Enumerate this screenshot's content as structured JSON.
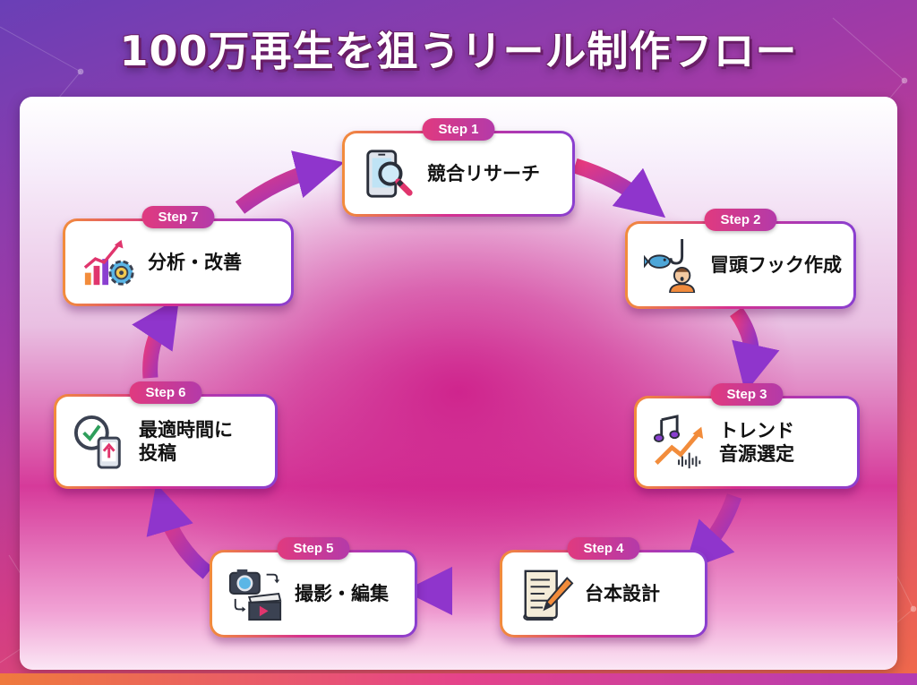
{
  "title": "100万再生を狙うリール制作フロー",
  "steps": [
    {
      "label": "Step 1",
      "text_lines": [
        "競合リサーチ"
      ],
      "icon": "phone-magnifier-icon"
    },
    {
      "label": "Step 2",
      "text_lines": [
        "冒頭フック作成"
      ],
      "icon": "fish-hook-icon"
    },
    {
      "label": "Step 3",
      "text_lines": [
        "トレンド",
        "音源選定"
      ],
      "icon": "music-trend-icon"
    },
    {
      "label": "Step 4",
      "text_lines": [
        "台本設計"
      ],
      "icon": "script-pencil-icon"
    },
    {
      "label": "Step 5",
      "text_lines": [
        "撮影・編集"
      ],
      "icon": "camera-clapper-icon"
    },
    {
      "label": "Step 6",
      "text_lines": [
        "最適時間に",
        "投稿"
      ],
      "icon": "clock-phone-upload-icon"
    },
    {
      "label": "Step 7",
      "text_lines": [
        "分析・改善"
      ],
      "icon": "chart-gear-icon"
    }
  ],
  "colors": {
    "accent_orange": "#f28c3b",
    "accent_pink": "#d6308f",
    "accent_purple": "#8a3fd0"
  }
}
